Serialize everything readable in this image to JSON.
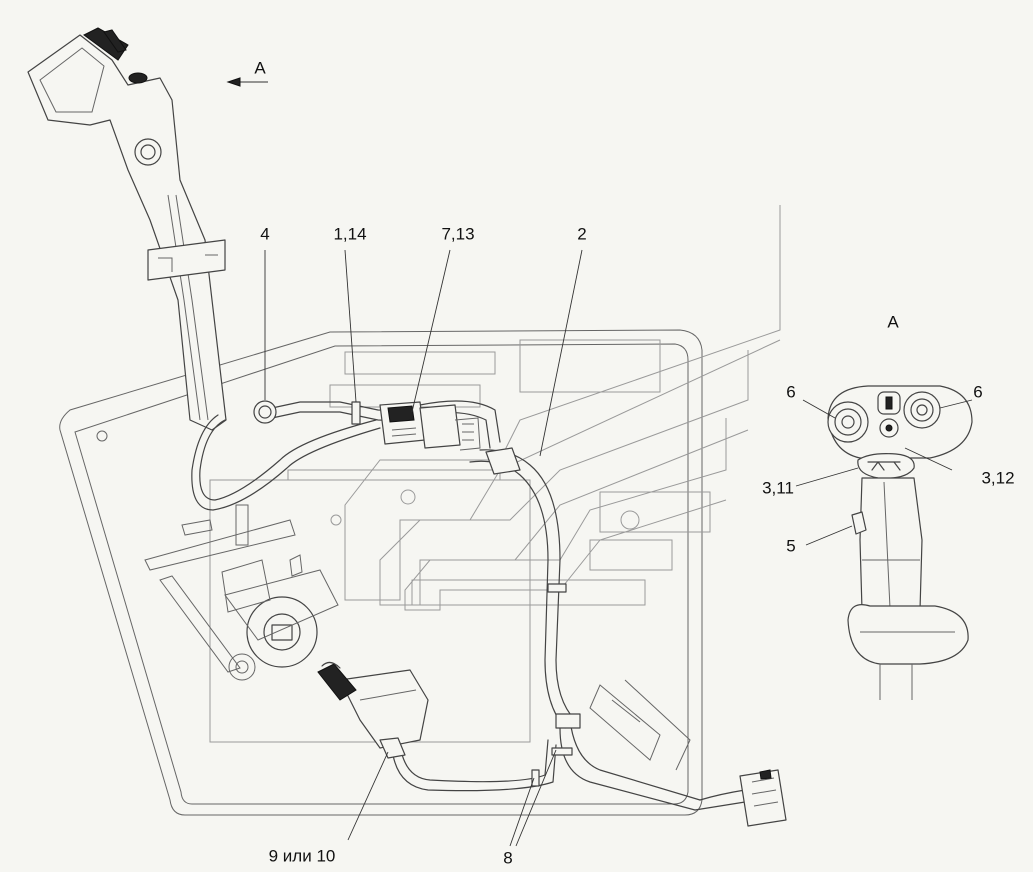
{
  "view_label": "А",
  "detail_view_label": "А",
  "callouts": {
    "c4": "4",
    "c1_14": "1,14",
    "c7_13": "7,13",
    "c2": "2",
    "c6_left": "6",
    "c6_right": "6",
    "c3_11": "3,11",
    "c3_12": "3,12",
    "c5": "5",
    "c9_10": "9 или 10",
    "c8": "8"
  }
}
